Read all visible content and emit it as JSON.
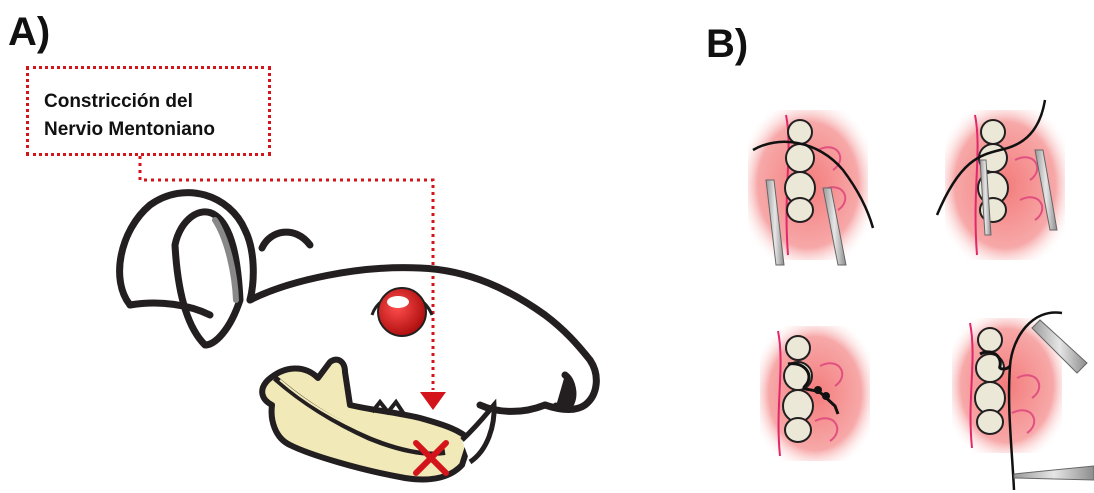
{
  "panel_a": {
    "label": "A)",
    "callout_line1": "Constricción del",
    "callout_line2": "Nervio Mentoniano"
  },
  "panel_b": {
    "label": "B)"
  },
  "colors": {
    "callout_red": "#d4141b",
    "outline": "#231f20",
    "jaw_fill": "#f1e9b8",
    "gum_pink": "#f08a8a",
    "eye_red": "#d42020"
  }
}
